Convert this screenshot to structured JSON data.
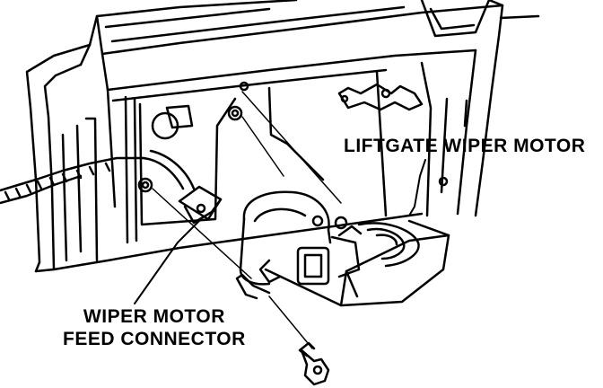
{
  "labels": {
    "liftgate_wiper_motor": "LIFTGATE WIPER MOTOR",
    "wiper_motor_feed_connector_line1": "WIPER MOTOR",
    "wiper_motor_feed_connector_line2": "FEED CONNECTOR"
  },
  "colors": {
    "ink": "#000000",
    "paper": "#ffffff"
  }
}
